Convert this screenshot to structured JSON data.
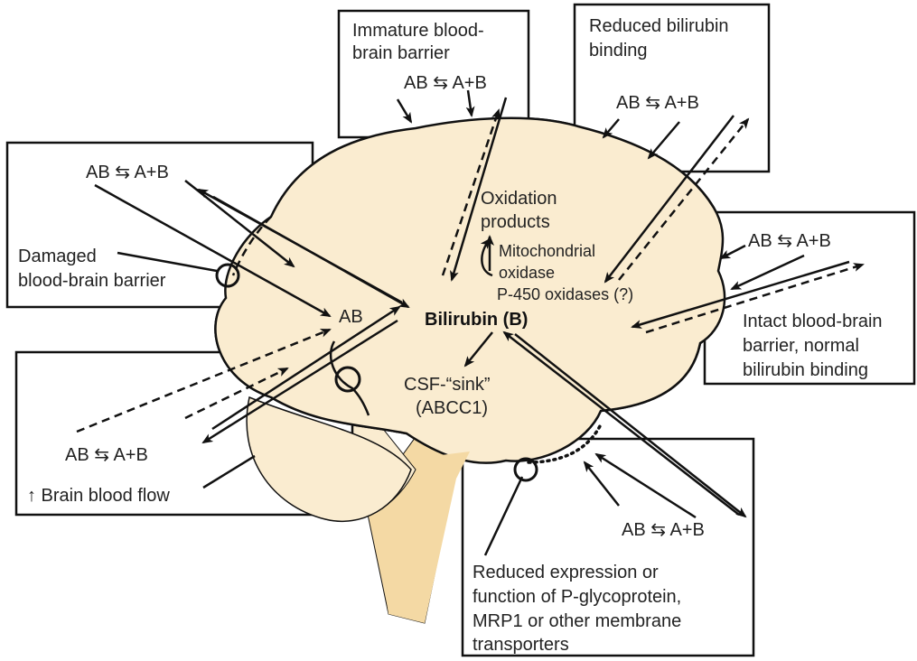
{
  "colors": {
    "brain_fill": "#faecd0",
    "stem_fill": "#f4d9a4",
    "ink": "#111111"
  },
  "boxes": {
    "immature": {
      "title_line1": "Immature blood-",
      "title_line2": "brain barrier",
      "eq": "AB ⇆ A+B"
    },
    "reduced_binding": {
      "title_line1": "Reduced bilirubin",
      "title_line2": "binding",
      "eq": "AB ⇆ A+B"
    },
    "damaged": {
      "eq": "AB ⇆ A+B",
      "label_line1": "Damaged",
      "label_line2": "blood-brain barrier"
    },
    "intact": {
      "eq": "AB ⇆ A+B",
      "label_line1": "Intact blood-brain",
      "label_line2": "barrier, normal",
      "label_line3": "bilirubin binding"
    },
    "blood_flow": {
      "eq": "AB ⇆ A+B",
      "label": "↑ Brain blood flow"
    },
    "transporters": {
      "eq": "AB ⇆ A+B",
      "label_line1": "Reduced expression or",
      "label_line2": "function of P-glycoprotein,",
      "label_line3": "MRP1 or other membrane",
      "label_line4": "transporters"
    }
  },
  "center": {
    "oxidation_line1": "Oxidation",
    "oxidation_line2": "products",
    "mito_line1": "Mitochondrial",
    "mito_line2": "oxidase",
    "p450": "P-450 oxidases (?)",
    "ab": "AB",
    "bilirubin": "Bilirubin (B)",
    "csf_line1": "CSF-“sink”",
    "csf_line2": "(ABCC1)"
  }
}
